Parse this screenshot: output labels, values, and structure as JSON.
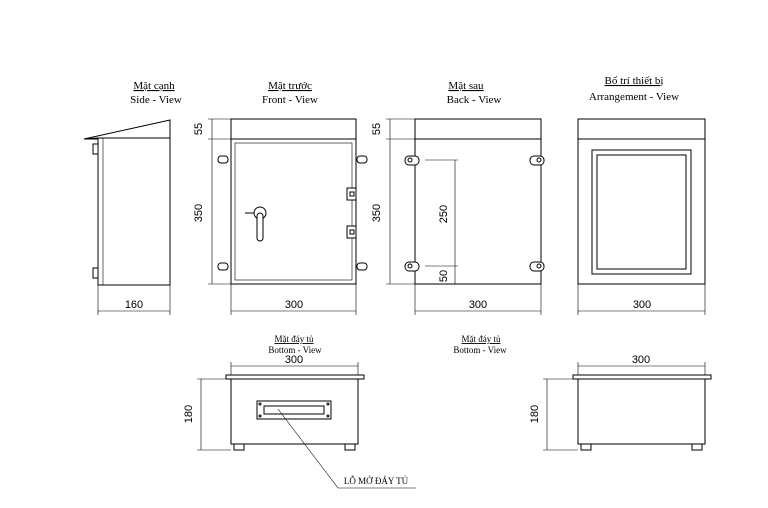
{
  "views": {
    "side": {
      "title_vi": "Mặt cạnh",
      "title_en": "Side - View",
      "width": "160"
    },
    "front": {
      "title_vi": "Mặt trước",
      "title_en": "Front - View",
      "width": "300",
      "top_height": "55",
      "height": "350"
    },
    "back": {
      "title_vi": "Mặt sau",
      "title_en": "Back - View",
      "width": "300",
      "top_height": "55",
      "height": "350",
      "rail": "250",
      "bottom": "50"
    },
    "arrangement": {
      "title_vi": "Bố trí thiết bị",
      "title_en": "Arrangement - View",
      "width": "300"
    },
    "bottom_left": {
      "title_vi": "Mặt đáy tủ",
      "title_en": "Bottom - View",
      "width": "300",
      "depth": "180",
      "hole_label": "LỖ MỞ ĐÁY TỦ"
    },
    "bottom_right": {
      "title_vi": "Mặt đáy tủ",
      "title_en": "Bottom - View",
      "width": "300",
      "depth": "180"
    }
  }
}
